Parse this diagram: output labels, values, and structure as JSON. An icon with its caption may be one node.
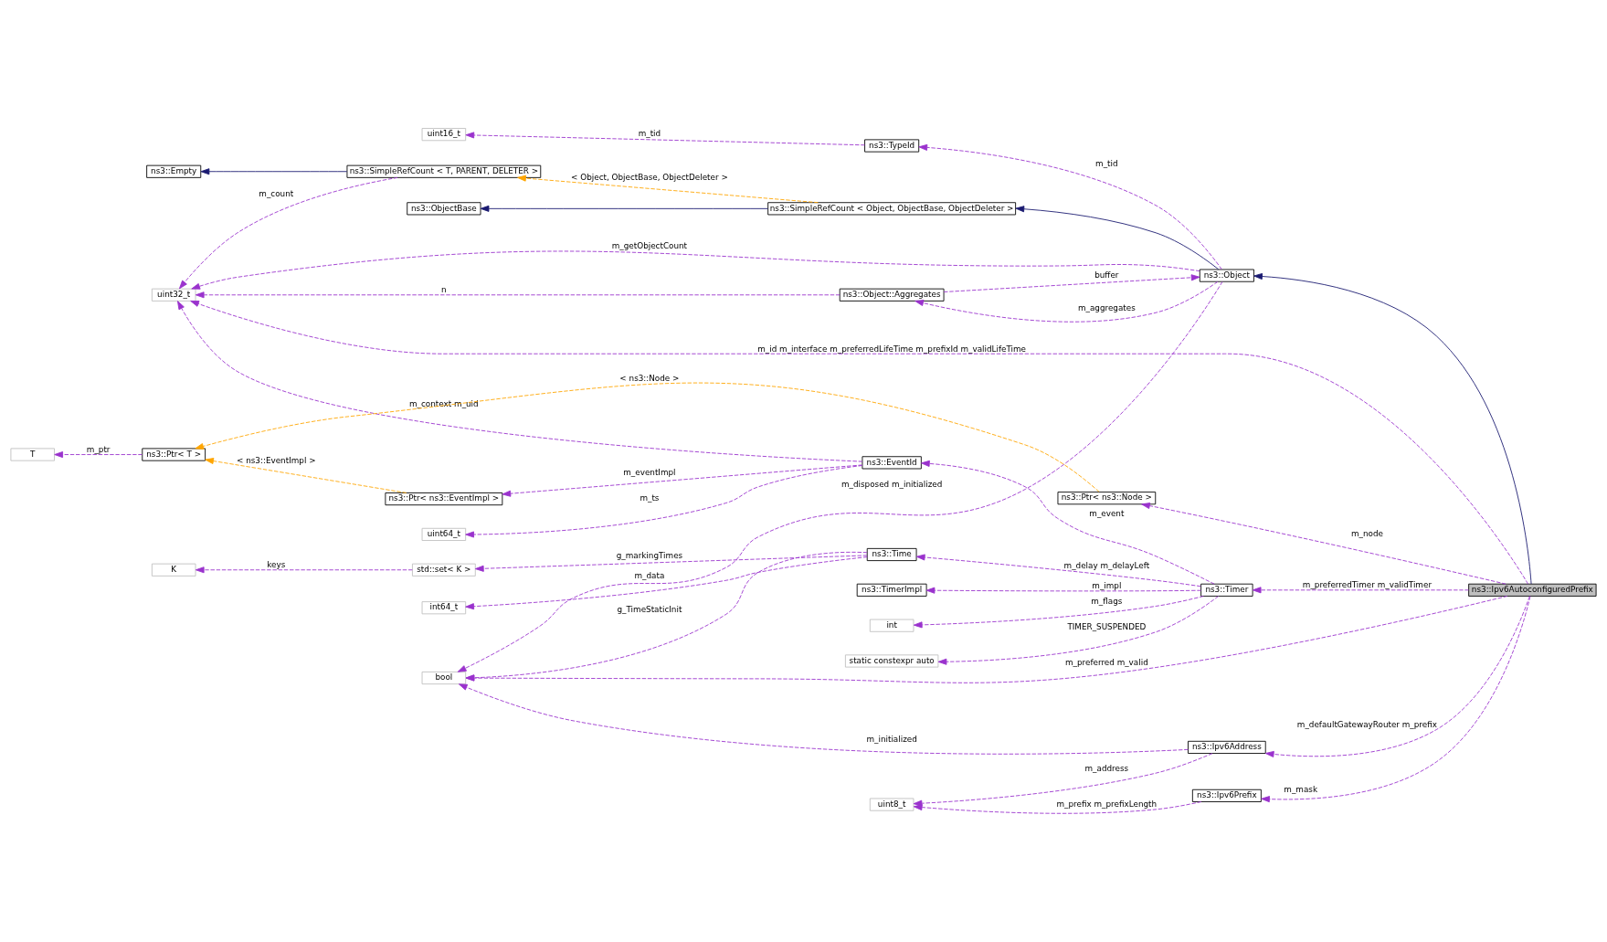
{
  "diagram": {
    "nodes": [
      {
        "text": [
          "ns3::Empty"
        ]
      },
      {
        "text": [
          "ns3::SimpleRefCount < T, PARENT, DELETER >"
        ]
      },
      {
        "text": [
          "ns3::ObjectBase"
        ]
      },
      {
        "text": [
          "ns3::SimpleRefCount < Object, ObjectBase, ObjectDeleter >"
        ]
      },
      {
        "text": [
          "uint16_t"
        ]
      },
      {
        "text": [
          "ns3::TypeId"
        ]
      },
      {
        "text": [
          "uint32_t"
        ]
      },
      {
        "text": [
          "ns3::Object"
        ]
      },
      {
        "text": [
          "ns3::Object::Aggregates"
        ]
      },
      {
        "text": [
          "uint64_t"
        ]
      },
      {
        "text": [
          "ns3::Ptr< ns3::EventImpl >"
        ]
      },
      {
        "text": [
          "ns3::EventId"
        ]
      },
      {
        "text": [
          "T"
        ]
      },
      {
        "text": [
          "ns3::Ptr< T >"
        ]
      },
      {
        "text": [
          "ns3::Ptr< ns3::Node >"
        ]
      },
      {
        "text": [
          "int64_t"
        ]
      },
      {
        "text": [
          "ns3::Time"
        ]
      },
      {
        "text": [
          "K"
        ]
      },
      {
        "text": [
          "std::set< K >"
        ]
      },
      {
        "text": [
          "int"
        ]
      },
      {
        "text": [
          "static constexpr auto"
        ]
      },
      {
        "text": [
          "ns3::Timer"
        ]
      },
      {
        "text": [
          "bool"
        ]
      },
      {
        "text": [
          "ns3::TimerImpl"
        ]
      },
      {
        "text": [
          "ns3::Ipv6AutoconfiguredPrefix"
        ]
      },
      {
        "text": [
          "ns3::Ipv6Address"
        ]
      },
      {
        "text": [
          "uint8_t"
        ]
      },
      {
        "text": [
          "ns3::Ipv6Prefix"
        ]
      }
    ],
    "edges": [
      {
        "from": 1,
        "to": 0,
        "arrow": "to",
        "color": "#191970"
      },
      {
        "from": 8,
        "to": 6,
        "arrow": "to",
        "style": "dashed",
        "label": "n"
      },
      {
        "from": 1,
        "to": 6,
        "arrow": "to",
        "style": "dashed",
        "label": "m_count"
      },
      {
        "from": 3,
        "to": 1,
        "arrow": "to",
        "style": "dashed",
        "color": "#ffa500",
        "label": "< Object, ObjectBase, ObjectDeleter >"
      },
      {
        "from": 3,
        "to": 2,
        "arrow": "to",
        "color": "#191970"
      },
      {
        "from": 7,
        "to": 3,
        "arrow": "to",
        "color": "#191970"
      },
      {
        "from": 5,
        "to": 4,
        "arrow": "to",
        "style": "dashed",
        "label": "m_tid"
      },
      {
        "from": 7,
        "to": 5,
        "arrow": "to",
        "style": "dashed",
        "label": "m_tid"
      },
      {
        "from": 7,
        "to": 8,
        "arrow": "to",
        "style": "dashed",
        "label": "m_aggregates"
      },
      {
        "from": 7,
        "to": 6,
        "arrow": "to",
        "style": "dashed",
        "label": "m_getObjectCount"
      },
      {
        "from": 8,
        "to": 7,
        "arrow": "to",
        "style": "dashed",
        "label": "buffer"
      },
      {
        "from": 24,
        "to": 6,
        "arrow": "to",
        "style": "dashed",
        "label": "m_id m_interface m_preferredLifeTime m_prefixId m_validLifeTime"
      },
      {
        "from": 11,
        "to": 6,
        "arrow": "to",
        "style": "dashed",
        "label": "m_context m_uid"
      },
      {
        "from": 11,
        "to": 9,
        "arrow": "to",
        "style": "dashed",
        "label": "m_ts"
      },
      {
        "from": 11,
        "to": 10,
        "arrow": "to",
        "style": "dashed",
        "label": "m_eventImpl"
      },
      {
        "from": 10,
        "to": 13,
        "arrow": "to",
        "style": "dashed",
        "color": "#ffa500",
        "label": "< ns3::EventImpl >"
      },
      {
        "from": 13,
        "to": 12,
        "arrow": "to",
        "style": "dashed",
        "label": "m_ptr"
      },
      {
        "from": 14,
        "to": 13,
        "arrow": "to",
        "style": "dashed",
        "color": "#ffa500",
        "label": "< ns3::Node >"
      },
      {
        "from": 24,
        "to": 14,
        "arrow": "to",
        "style": "dashed",
        "label": "m_node"
      },
      {
        "from": 21,
        "to": 11,
        "arrow": "to",
        "style": "dashed",
        "label": "m_event"
      },
      {
        "from": 16,
        "to": 15,
        "arrow": "to",
        "style": "dashed",
        "label": "m_data"
      },
      {
        "from": 16,
        "to": 18,
        "arrow": "to",
        "style": "dashed",
        "label": "g_markingTimes"
      },
      {
        "from": 18,
        "to": 17,
        "arrow": "to",
        "style": "dashed",
        "label": "keys"
      },
      {
        "from": 16,
        "to": 22,
        "arrow": "to",
        "style": "dashed",
        "label": "g_TimeStaticInit"
      },
      {
        "from": 7,
        "to": 22,
        "arrow": "to",
        "style": "dashed",
        "label": "m_disposed m_initialized"
      },
      {
        "from": 21,
        "to": 16,
        "arrow": "to",
        "style": "dashed",
        "label": "m_delay m_delayLeft"
      },
      {
        "from": 21,
        "to": 19,
        "arrow": "to",
        "style": "dashed",
        "label": "m_flags"
      },
      {
        "from": 21,
        "to": 20,
        "arrow": "to",
        "style": "dashed",
        "label": "TIMER_SUSPENDED"
      },
      {
        "from": 21,
        "to": 23,
        "arrow": "to",
        "style": "dashed",
        "label": "m_impl"
      },
      {
        "from": 24,
        "to": 21,
        "arrow": "to",
        "style": "dashed",
        "label": "m_preferredTimer m_validTimer"
      },
      {
        "from": 24,
        "to": 7,
        "arrow": "to",
        "color": "#191970"
      },
      {
        "from": 24,
        "to": 22,
        "arrow": "to",
        "style": "dashed",
        "label": "m_preferred m_valid"
      },
      {
        "from": 25,
        "to": 22,
        "arrow": "to",
        "style": "dashed",
        "label": "m_initialized"
      },
      {
        "from": 24,
        "to": 25,
        "arrow": "to",
        "style": "dashed",
        "label": "m_defaultGatewayRouter m_prefix"
      },
      {
        "from": 25,
        "to": 26,
        "arrow": "to",
        "style": "dashed",
        "label": "m_address"
      },
      {
        "from": 27,
        "to": 26,
        "arrow": "to",
        "style": "dashed",
        "label": "m_prefix m_prefixLength"
      },
      {
        "from": 24,
        "to": 27,
        "arrow": "to",
        "style": "dashed",
        "label": "m_mask"
      }
    ]
  }
}
